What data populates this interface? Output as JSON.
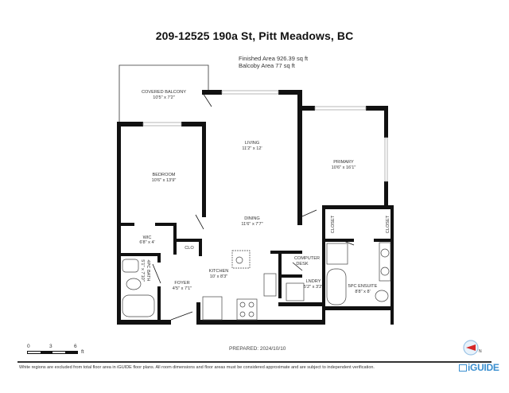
{
  "header": {
    "title": "209-12525 190a St, Pitt Meadows, BC",
    "finished_area": "Finished Area 926.39 sq ft",
    "balcony_area": "Balcoby Area 77 sq ft"
  },
  "rooms": {
    "balcony": {
      "name": "COVERED BALCONY",
      "dims": "10'5\" x 7'2\""
    },
    "living": {
      "name": "LIVING",
      "dims": "11'2\" x 12'"
    },
    "primary": {
      "name": "PRIMARY",
      "dims": "10'6\" x 16'1\""
    },
    "bedroom": {
      "name": "BEDROOM",
      "dims": "10'6\" x 13'9\""
    },
    "dining": {
      "name": "DINING",
      "dims": "11'6\" x 7'7\""
    },
    "wic": {
      "name": "WIC",
      "dims": "6'8\" x 4'"
    },
    "clo": {
      "name": "CLO"
    },
    "bath": {
      "name": "4PC BATH",
      "dims": "5'1\" x 7'10\""
    },
    "foyer": {
      "name": "FOYER",
      "dims": "4'5\" x 7'1\""
    },
    "kitchen": {
      "name": "KITCHEN",
      "dims": "10' x 8'3\""
    },
    "computer_desk": {
      "name_line1": "COMPUTER",
      "name_line2": "DESK"
    },
    "laundry": {
      "name": "LNDRY",
      "dims": "5'2\" x 3'2\""
    },
    "closet_left": {
      "name": "CLOSET"
    },
    "closet_right": {
      "name": "CLOSET"
    },
    "ensuite": {
      "name": "5PC ENSUITE",
      "dims": "8'8\" x 8'"
    }
  },
  "scale": {
    "ticks": [
      "0",
      "3",
      "6"
    ],
    "unit": "ft"
  },
  "prepared": "PREPARED: 2024/10/10",
  "footer": {
    "disclaimer": "White regions are excluded from total floor area in iGUIDE floor plans. All room dimensions and floor areas must be considered approximate and are subject to independent verification.",
    "brand": "iGUIDE",
    "compass_label": "N"
  },
  "colors": {
    "wall": "#111111",
    "window": "#bdbdbd",
    "brand": "#3a8fd0",
    "compass_arrow": "#d62828"
  }
}
